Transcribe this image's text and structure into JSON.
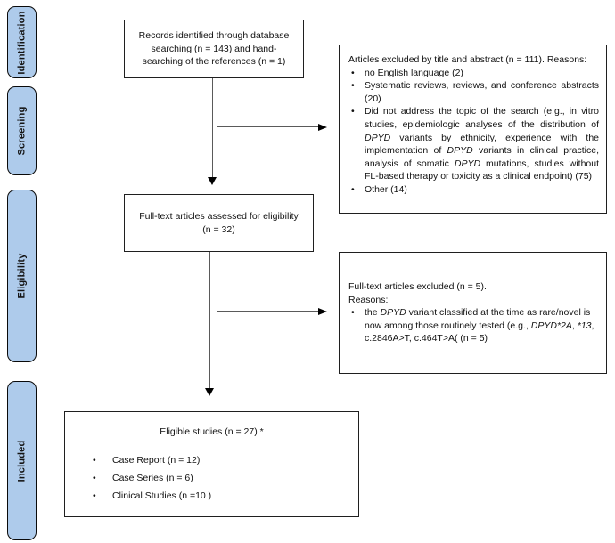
{
  "bullet_char": "•",
  "sidebar": {
    "fill_color": "#AECBEB",
    "labels": [
      {
        "text": "Identification"
      },
      {
        "text": "Screening"
      },
      {
        "text": "Eligibility"
      },
      {
        "text": "Included"
      }
    ]
  },
  "boxes": {
    "records": {
      "text": "Records identified through database searching (n = 143) and hand-searching of the references (n = 1)"
    },
    "title_abstract_excluded": {
      "header": "Articles excluded by title and abstract (n = 111). Reasons:",
      "bullets": [
        [
          {
            "t": "no English language (2)"
          }
        ],
        [
          {
            "t": "Systematic reviews, reviews, and conference abstracts (20)"
          }
        ],
        [
          {
            "t": "Did not address the topic of the search (e.g., in vitro studies, epidemiologic analyses of the distribution of "
          },
          {
            "t": "DPYD",
            "i": true
          },
          {
            "t": " variants by ethnicity, experience with the implementation of "
          },
          {
            "t": "DPYD",
            "i": true
          },
          {
            "t": " variants in clinical practice, analysis of somatic "
          },
          {
            "t": "DPYD",
            "i": true
          },
          {
            "t": " mutations, studies without FL-based therapy or toxicity as a clinical endpoint) (75)"
          }
        ],
        [
          {
            "t": "Other (14)"
          }
        ]
      ]
    },
    "fulltext_assessed": {
      "text": "Full-text articles assessed for eligibility (n = 32)"
    },
    "fulltext_excluded": {
      "line1": "Full-text articles excluded (n = 5).",
      "line2": "Reasons:",
      "bullets": [
        [
          {
            "t": "the "
          },
          {
            "t": "DPYD",
            "i": true
          },
          {
            "t": " variant classified at the time as rare/novel is now among those routinely tested (e.g., "
          },
          {
            "t": "DPYD*2A",
            "i": true
          },
          {
            "t": ", "
          },
          {
            "t": "*13",
            "i": true
          },
          {
            "t": ", c.2846A>T, c.464T>A( (n = 5)"
          }
        ]
      ]
    },
    "eligible_studies": {
      "title": "Eligible studies (n = 27) *",
      "bullets": [
        "Case Report (n = 12)",
        "Case Series (n = 6)",
        "Clinical Studies (n =10 )"
      ]
    }
  }
}
